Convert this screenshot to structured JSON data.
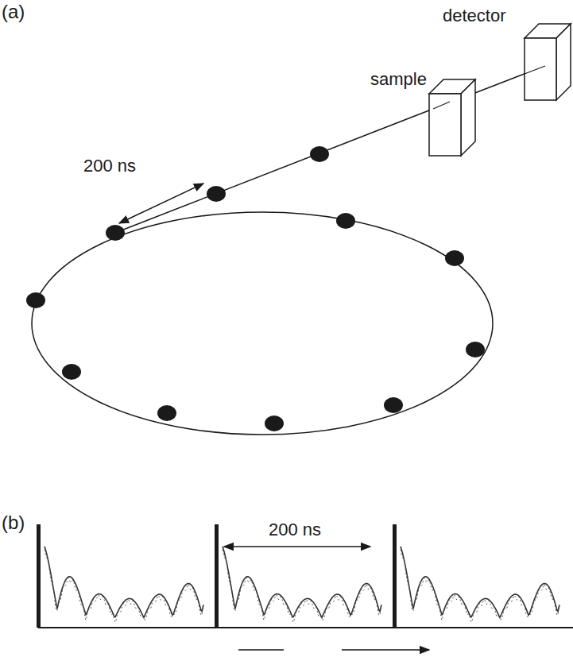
{
  "diagram": {
    "labels": [
      "(a)",
      "detector",
      "sample",
      "200 ns",
      "(b)",
      "200 ns"
    ]
  }
}
